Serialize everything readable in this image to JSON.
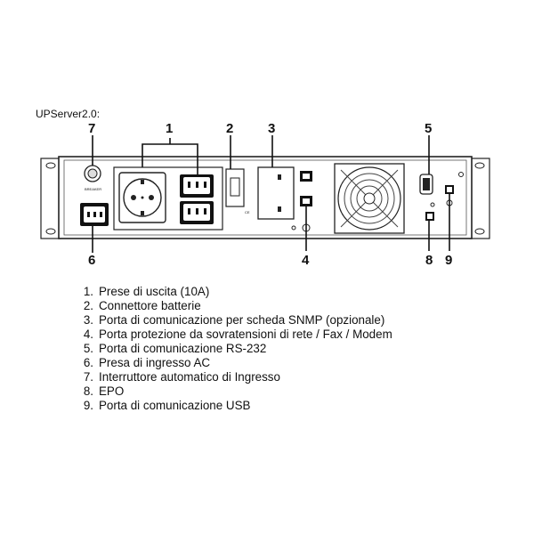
{
  "title": "UPServer2.0:",
  "callouts": [
    "1",
    "2",
    "3",
    "4",
    "5",
    "6",
    "7",
    "8",
    "9"
  ],
  "panel_labels": {
    "breaker": "BREAKER"
  },
  "legend": [
    {
      "num": "1.",
      "text": "Prese di uscita (10A)"
    },
    {
      "num": "2.",
      "text": "Connettore batterie"
    },
    {
      "num": "3.",
      "text": "Porta di comunicazione per scheda SNMP (opzionale)"
    },
    {
      "num": "4.",
      "text": "Porta protezione da sovratensioni di rete / Fax / Modem"
    },
    {
      "num": "5.",
      "text": "Porta di comunicazione RS-232"
    },
    {
      "num": "6.",
      "text": "Presa di ingresso AC"
    },
    {
      "num": "7.",
      "text": "Interruttore automatico di Ingresso"
    },
    {
      "num": "8.",
      "text": "EPO"
    },
    {
      "num": "9.",
      "text": "Porta di comunicazione USB"
    }
  ]
}
